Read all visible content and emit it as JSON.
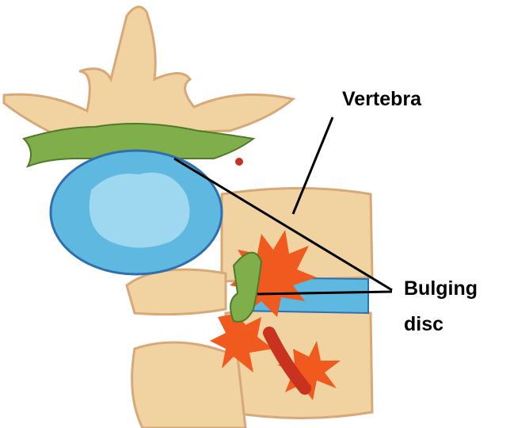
{
  "labels": {
    "vertebra": "Vertebra",
    "bulging_disc_line1": "Bulging",
    "bulging_disc_line2": "disc"
  },
  "colors": {
    "bone": "#f1d3a2",
    "bone_shadow": "#d9a878",
    "disc": "#5fb8e0",
    "disc_edge": "#2f6fb0",
    "nucleus": "#a9dcf2",
    "nerve": "#7fae4a",
    "burst": "#f05a1e",
    "burst_inner": "#f7b733",
    "line": "#000000"
  }
}
